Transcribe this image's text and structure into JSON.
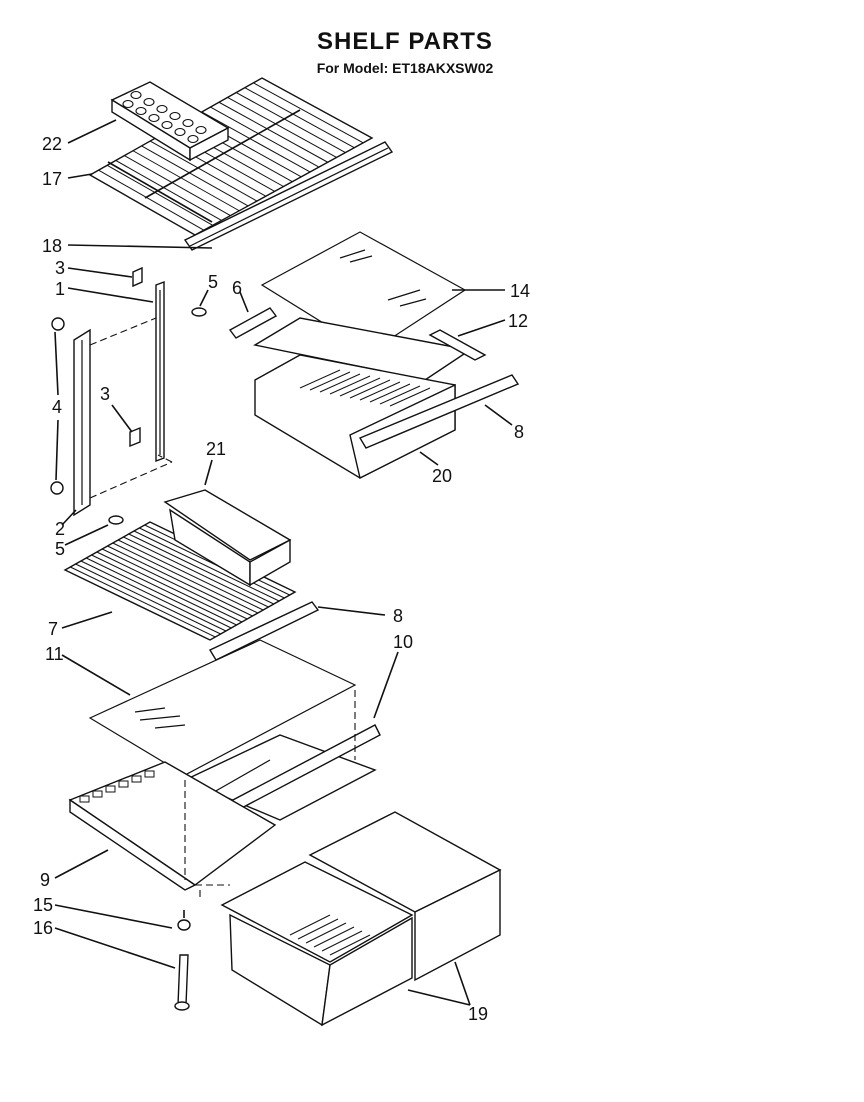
{
  "header": {
    "title": "SHELF PARTS",
    "subtitle": "For Model: ET18AKXSW02"
  },
  "callouts": [
    {
      "id": "c22",
      "label": "22"
    },
    {
      "id": "c17",
      "label": "17"
    },
    {
      "id": "c18",
      "label": "18"
    },
    {
      "id": "c3a",
      "label": "3"
    },
    {
      "id": "c1",
      "label": "1"
    },
    {
      "id": "c5a",
      "label": "5"
    },
    {
      "id": "c6",
      "label": "6"
    },
    {
      "id": "c14",
      "label": "14"
    },
    {
      "id": "c12",
      "label": "12"
    },
    {
      "id": "c4",
      "label": "4"
    },
    {
      "id": "c3b",
      "label": "3"
    },
    {
      "id": "c8a",
      "label": "8"
    },
    {
      "id": "c20",
      "label": "20"
    },
    {
      "id": "c21",
      "label": "21"
    },
    {
      "id": "c2",
      "label": "2"
    },
    {
      "id": "c5b",
      "label": "5"
    },
    {
      "id": "c7",
      "label": "7"
    },
    {
      "id": "c8b",
      "label": "8"
    },
    {
      "id": "c11",
      "label": "11"
    },
    {
      "id": "c10",
      "label": "10"
    },
    {
      "id": "c9",
      "label": "9"
    },
    {
      "id": "c15",
      "label": "15"
    },
    {
      "id": "c16",
      "label": "16"
    },
    {
      "id": "c19",
      "label": "19"
    }
  ]
}
